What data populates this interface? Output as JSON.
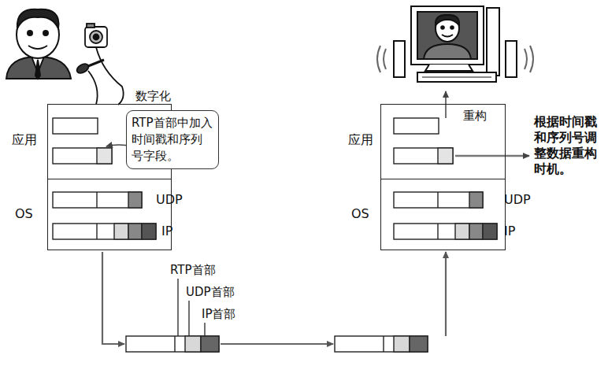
{
  "diagram": {
    "nodes": [
      {
        "text": [
          "应用"
        ]
      },
      {
        "text": [
          "RTP首部中加入时间戳和序列号字段。"
        ]
      },
      {
        "text": [
          "OS"
        ]
      },
      {
        "text": [
          "UDP"
        ],
        "in": 2
      },
      {
        "text": [
          "IP"
        ],
        "in": 2
      },
      {
        "text": [
          "应用"
        ]
      },
      {
        "text": [
          "OS"
        ]
      },
      {
        "text": [
          "UDP"
        ],
        "in": 6
      },
      {
        "text": [
          "IP"
        ],
        "in": 6
      }
    ],
    "edges": [
      {
        "from": 2,
        "to": 6,
        "arrow": "to"
      }
    ],
    "labels": [
      "数字化",
      "RTP首部",
      "UDP首部",
      "IP首部",
      "重构",
      "根据时间戳和序列号调整数据重构时机。"
    ]
  }
}
